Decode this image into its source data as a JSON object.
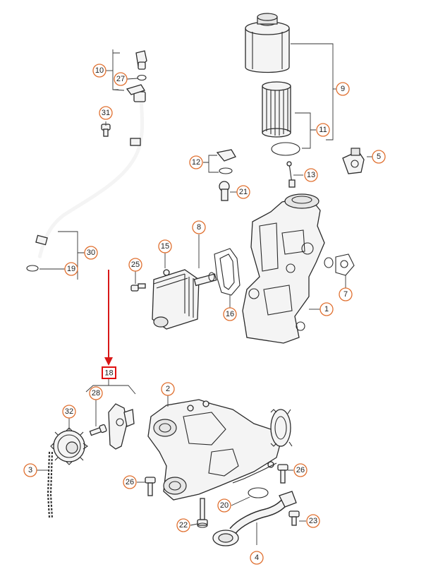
{
  "colors": {
    "callout_border": "#e07030",
    "highlight_box": "#e01010",
    "arrow": "#d81818",
    "line_art": "#2a2a2a"
  },
  "callouts": [
    {
      "id": "c10",
      "label": "10"
    },
    {
      "id": "c27",
      "label": "27"
    },
    {
      "id": "c31",
      "label": "31"
    },
    {
      "id": "c9",
      "label": "9"
    },
    {
      "id": "c11",
      "label": "11"
    },
    {
      "id": "c5",
      "label": "5"
    },
    {
      "id": "c12",
      "label": "12"
    },
    {
      "id": "c13",
      "label": "13"
    },
    {
      "id": "c21",
      "label": "21"
    },
    {
      "id": "c8",
      "label": "8"
    },
    {
      "id": "c15",
      "label": "15"
    },
    {
      "id": "c25",
      "label": "25"
    },
    {
      "id": "c30",
      "label": "30"
    },
    {
      "id": "c19",
      "label": "19"
    },
    {
      "id": "c16",
      "label": "16"
    },
    {
      "id": "c1",
      "label": "1"
    },
    {
      "id": "c7",
      "label": "7"
    },
    {
      "id": "c2",
      "label": "2"
    },
    {
      "id": "c28",
      "label": "28"
    },
    {
      "id": "c32",
      "label": "32"
    },
    {
      "id": "c3",
      "label": "3"
    },
    {
      "id": "c26a",
      "label": "26"
    },
    {
      "id": "c26b",
      "label": "26"
    },
    {
      "id": "c20",
      "label": "20"
    },
    {
      "id": "c22",
      "label": "22"
    },
    {
      "id": "c23",
      "label": "23"
    },
    {
      "id": "c4",
      "label": "4"
    }
  ],
  "highlighted_callout": {
    "label": "18"
  }
}
